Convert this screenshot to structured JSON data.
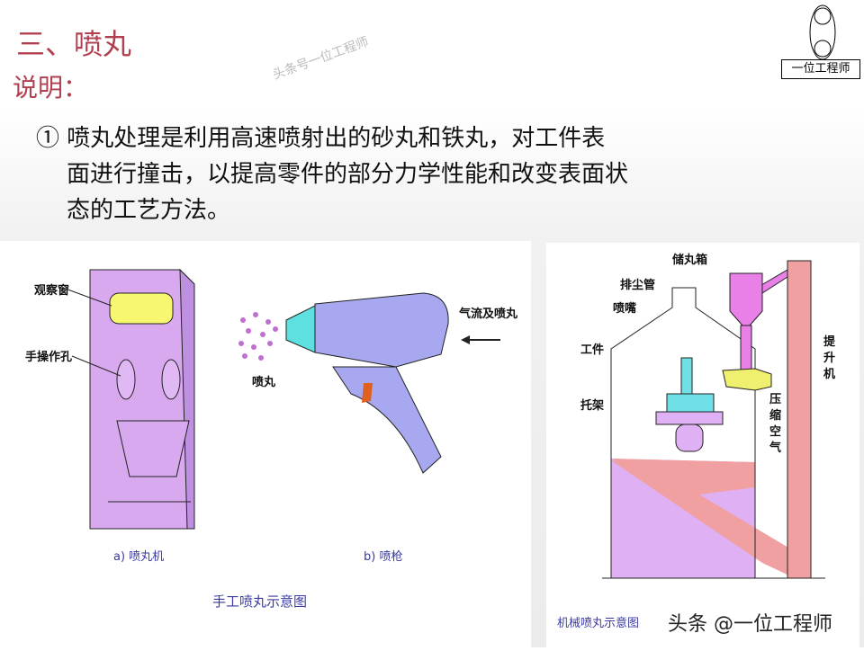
{
  "heading": "三、喷丸",
  "subheading": "说明：",
  "paragraph": [
    "① 喷丸处理是利用高速喷射出的砂丸和铁丸，对工件表",
    "面进行撞击，以提高零件的部分力学性能和改变表面状",
    "态的工艺方法。"
  ],
  "logo": {
    "label": "一位工程师"
  },
  "watermark": "头条号一位工程师",
  "left_figure": {
    "labels": {
      "window": "观察窗",
      "hole": "手操作孔",
      "shot": "喷丸",
      "airflow": "气流及喷丸"
    },
    "captions": {
      "a": "a) 喷丸机",
      "b": "b) 喷枪",
      "main": "手工喷丸示意图"
    }
  },
  "right_figure": {
    "labels": {
      "hopper": "储丸箱",
      "dust_pipe": "排尘管",
      "nozzle": "喷嘴",
      "workpiece": "工件",
      "bracket": "托架",
      "elevator": "提升机",
      "air": "压缩空气"
    },
    "caption": "机械喷丸示意图"
  },
  "footer": "头条 @一位工程师",
  "colors": {
    "heading": "#b04050",
    "purple": "#d9a9f0",
    "pink": "#f0a0a0",
    "magenta": "#e880e8",
    "cyan": "#70e0e8",
    "yellow": "#f0f070"
  }
}
